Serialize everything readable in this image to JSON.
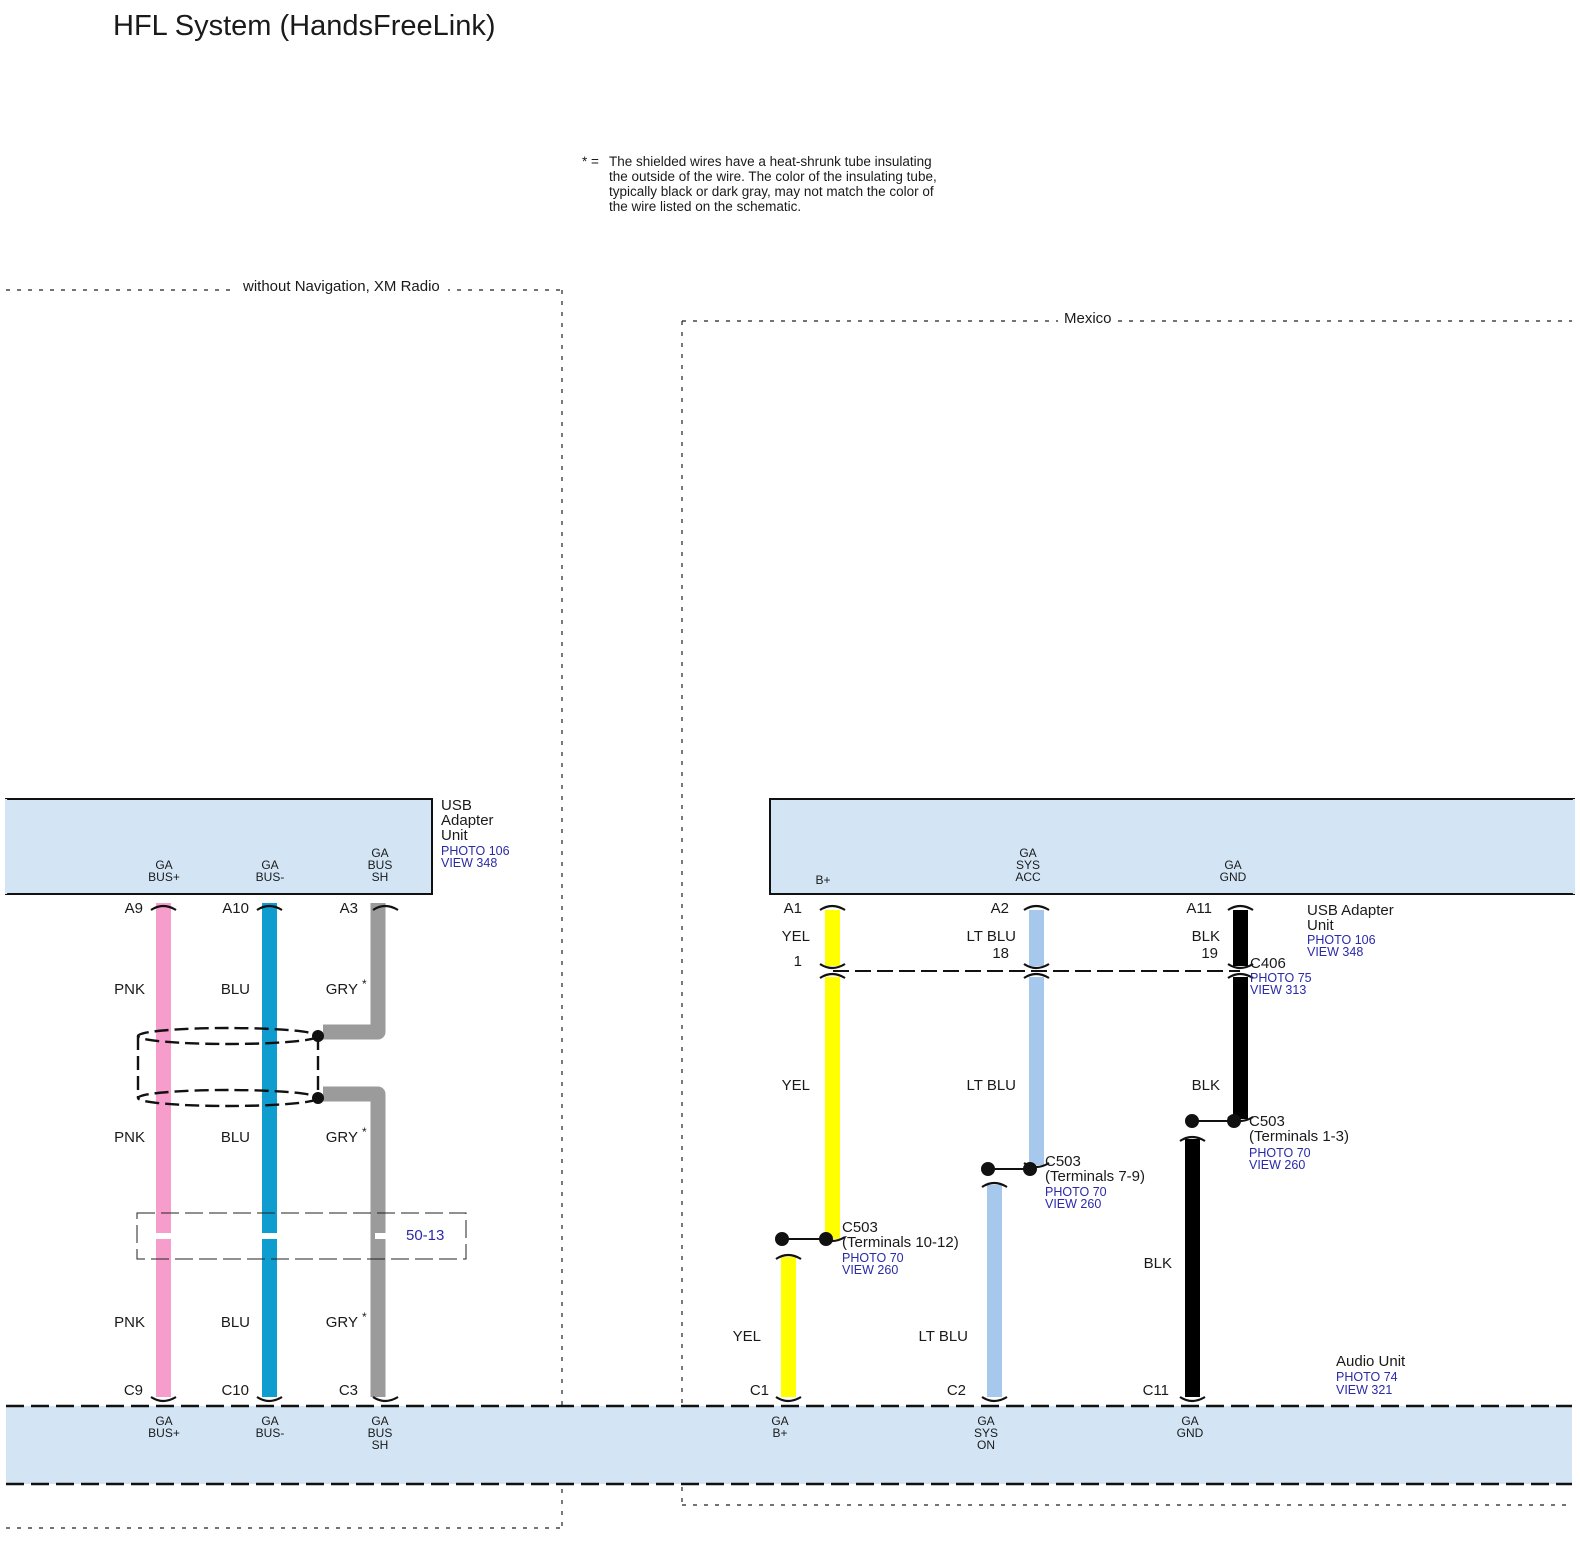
{
  "title": "HFL System (HandsFreeLink)",
  "note": {
    "marker": "* =",
    "lines": [
      "The shielded wires have a heat-shrunk tube insulating",
      "the outside of the wire. The color of the insulating tube,",
      "typically black or dark gray, may not match the color of",
      "the wire listed on the schematic."
    ]
  },
  "colors": {
    "module_fill": "#d3e5f5",
    "PNK": "#f79dcb",
    "BLU": "#0f9ccf",
    "GRY": "#9b9b9b",
    "YEL": "#ffff00",
    "LT BLU": "#a6c8ec",
    "BLK": "#000000",
    "ref_text": "#2a2aa8"
  },
  "groups": {
    "left": "without Navigation, XM Radio",
    "right": "Mexico"
  },
  "modules": {
    "usb_left": {
      "name_lines": [
        "USB",
        "Adapter",
        "Unit"
      ],
      "photo": "PHOTO 106",
      "view": "VIEW 348"
    },
    "usb_right": {
      "name_lines": [
        "USB Adapter",
        "Unit"
      ],
      "photo": "PHOTO 106",
      "view": "VIEW 348"
    },
    "audio": {
      "name": "Audio Unit",
      "photo": "PHOTO 74",
      "view": "VIEW 321"
    }
  },
  "circuits": [
    {
      "id": "bus_plus",
      "top_func": [
        "GA",
        "BUS+"
      ],
      "top_pin": "A9",
      "bottom_pin": "C9",
      "bottom_func": [
        "GA",
        "BUS+"
      ],
      "colors": [
        "PNK",
        "PNK",
        "PNK"
      ]
    },
    {
      "id": "bus_minus",
      "top_func": [
        "GA",
        "BUS-"
      ],
      "top_pin": "A10",
      "bottom_pin": "C10",
      "bottom_func": [
        "GA",
        "BUS-"
      ],
      "colors": [
        "BLU",
        "BLU",
        "BLU"
      ]
    },
    {
      "id": "bus_sh",
      "top_func": [
        "GA",
        "BUS",
        "SH"
      ],
      "top_pin": "A3",
      "bottom_pin": "C3",
      "bottom_func": [
        "GA",
        "BUS",
        "SH"
      ],
      "colors": [
        "GRY",
        "GRY",
        "GRY"
      ],
      "shield_mark": "*"
    },
    {
      "id": "b_plus",
      "top_func": [
        "B+"
      ],
      "top_pin": "A1",
      "mid_pin": "1",
      "bottom_pin": "C1",
      "bottom_func": [
        "GA",
        "B+"
      ],
      "colors": [
        "YEL",
        "YEL",
        "YEL"
      ]
    },
    {
      "id": "sys",
      "top_func": [
        "GA",
        "SYS",
        "ACC"
      ],
      "top_pin": "A2",
      "mid_pin": "18",
      "bottom_pin": "C2",
      "bottom_func": [
        "GA",
        "SYS",
        "ON"
      ],
      "colors": [
        "LT BLU",
        "LT BLU",
        "LT BLU"
      ]
    },
    {
      "id": "gnd",
      "top_func": [
        "GA",
        "GND"
      ],
      "top_pin": "A11",
      "mid_pin": "19",
      "bottom_pin": "C11",
      "bottom_func": [
        "GA",
        "GND"
      ],
      "colors": [
        "BLK",
        "BLK",
        "BLK"
      ]
    }
  ],
  "connectors": {
    "c406": {
      "name": "C406",
      "photo": "PHOTO 75",
      "view": "VIEW 313"
    },
    "c503_a": {
      "name": "C503",
      "detail": "(Terminals 10-12)",
      "photo": "PHOTO 70",
      "view": "VIEW 260"
    },
    "c503_b": {
      "name": "C503",
      "detail": "(Terminals 7-9)",
      "photo": "PHOTO 70",
      "view": "VIEW 260"
    },
    "c503_c": {
      "name": "C503",
      "detail": "(Terminals 1-3)",
      "photo": "PHOTO 70",
      "view": "VIEW 260"
    }
  },
  "page_ref": "50-13"
}
